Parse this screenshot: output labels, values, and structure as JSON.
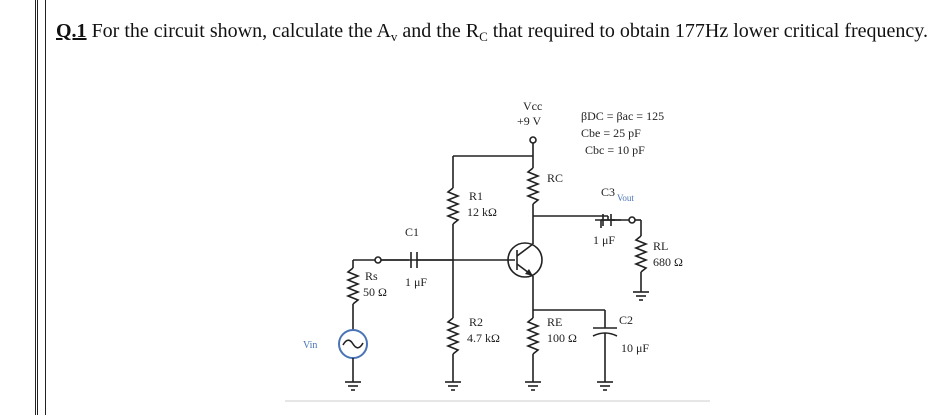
{
  "question": {
    "number": "Q.1",
    "text_part1": " For the circuit shown, calculate the A",
    "sub_v": "v",
    "text_part2": " and the R",
    "sub_c": "C",
    "text_part3": " that required to obtain 177Hz lower critical frequency."
  },
  "circuit": {
    "vcc_label": "Vcc",
    "vcc_value": "+9 V",
    "bdc_line": "βDC = βac = 125",
    "cbe_line": "Cbe = 25 pF",
    "cbc_line": "Cbc = 10 pF",
    "rc_label": "RC",
    "c3_label": "C3",
    "vout_label": "Vout",
    "c3_value": "1 μF",
    "r1_label": "R1",
    "r1_value": "12 kΩ",
    "c1_label": "C1",
    "c1_value": "1 μF",
    "rs_label": "Rs",
    "rs_value": "50 Ω",
    "rl_label": "RL",
    "rl_value": "680 Ω",
    "r2_label": "R2",
    "r2_value": "4.7 kΩ",
    "re_label": "RE",
    "re_value": "100 Ω",
    "c2_label": "C2",
    "c2_value": "10 μF",
    "vin_label": "Vin"
  }
}
